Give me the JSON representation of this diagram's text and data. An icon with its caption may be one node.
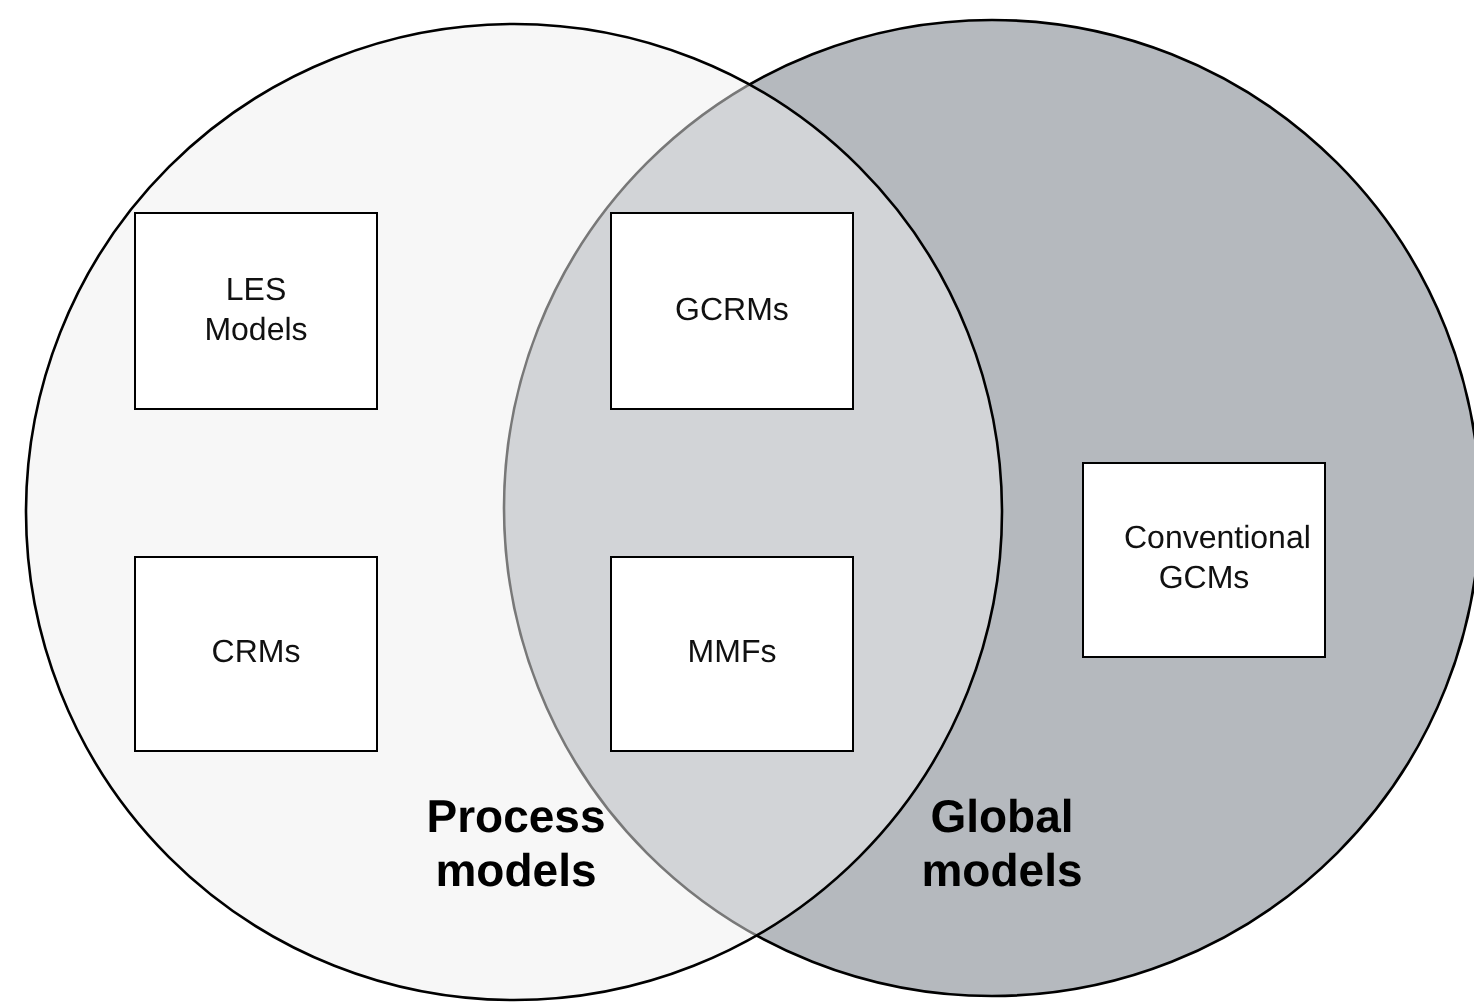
{
  "diagram": {
    "nodes": [
      {
        "text": [
          "Process models"
        ]
      },
      {
        "text": [
          "Global models"
        ]
      },
      {
        "text": [
          "LES Models"
        ],
        "in": 0
      },
      {
        "text": [
          "CRMs"
        ],
        "in": 0
      },
      {
        "text": [
          "GCRMs"
        ]
      },
      {
        "text": [
          "MMFs"
        ]
      },
      {
        "text": [
          "Conventional GCMs"
        ],
        "in": 1
      }
    ],
    "edges": []
  }
}
